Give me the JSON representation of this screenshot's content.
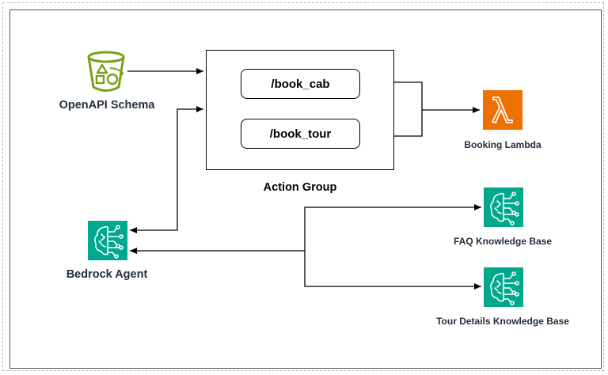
{
  "diagram": {
    "nodes": {
      "openapi_schema": {
        "label": "OpenAPI Schema",
        "icon": "s3-bucket-icon",
        "color": "#7aa116"
      },
      "action_group": {
        "label": "Action Group"
      },
      "book_cab": {
        "label": "/book_cab"
      },
      "book_tour": {
        "label": "/book_tour"
      },
      "booking_lambda": {
        "label": "Booking Lambda",
        "icon": "lambda-icon",
        "color": "#ed7100"
      },
      "bedrock_agent": {
        "label": "Bedrock Agent",
        "icon": "bedrock-icon",
        "color": "#01a88d"
      },
      "faq_kb": {
        "label": "FAQ Knowledge Base",
        "icon": "bedrock-icon",
        "color": "#01a88d"
      },
      "tour_kb": {
        "label": "Tour Details Knowledge Base",
        "icon": "bedrock-icon",
        "color": "#01a88d"
      }
    },
    "edges": [
      {
        "from": "openapi_schema",
        "to": "action_group"
      },
      {
        "from": "bedrock_agent",
        "to": "action_group",
        "bidirectional": true
      },
      {
        "from": "book_cab",
        "to": "booking_lambda"
      },
      {
        "from": "book_tour",
        "to": "booking_lambda"
      },
      {
        "from": "bedrock_agent",
        "to": "faq_kb"
      },
      {
        "from": "bedrock_agent",
        "to": "tour_kb"
      }
    ]
  }
}
